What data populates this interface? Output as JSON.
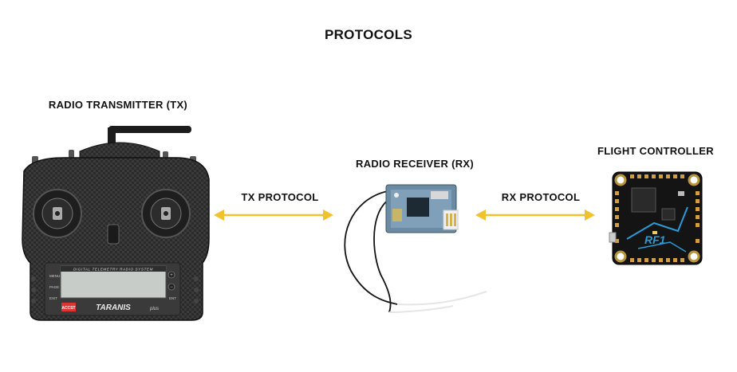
{
  "diagram": {
    "title": "PROTOCOLS",
    "nodes": {
      "transmitter": {
        "label": "RADIO  TRANSMITTER (TX)"
      },
      "receiver": {
        "label": "RADIO  RECEIVER (RX)"
      },
      "flight_controller": {
        "label": "FLIGHT CONTROLLER"
      }
    },
    "edges": {
      "tx_protocol": {
        "label": "TX  PROTOCOL",
        "from": "transmitter",
        "to": "receiver"
      },
      "rx_protocol": {
        "label": "RX  PROTOCOL",
        "from": "receiver",
        "to": "flight_controller"
      }
    },
    "device_markings": {
      "screen_banner": "DIGITAL TELEMETRY RADIO SYSTEM",
      "brand": "TARANIS",
      "brand_suffix": "plus",
      "badge": "ACCST",
      "left_buttons": [
        "MENU",
        "PAGE",
        "EXIT"
      ],
      "right_buttons": [
        "+",
        "−",
        "ENT"
      ],
      "fc_marking": "RF1"
    },
    "colors": {
      "arrow": "#f2c12e",
      "text": "#111111"
    }
  }
}
